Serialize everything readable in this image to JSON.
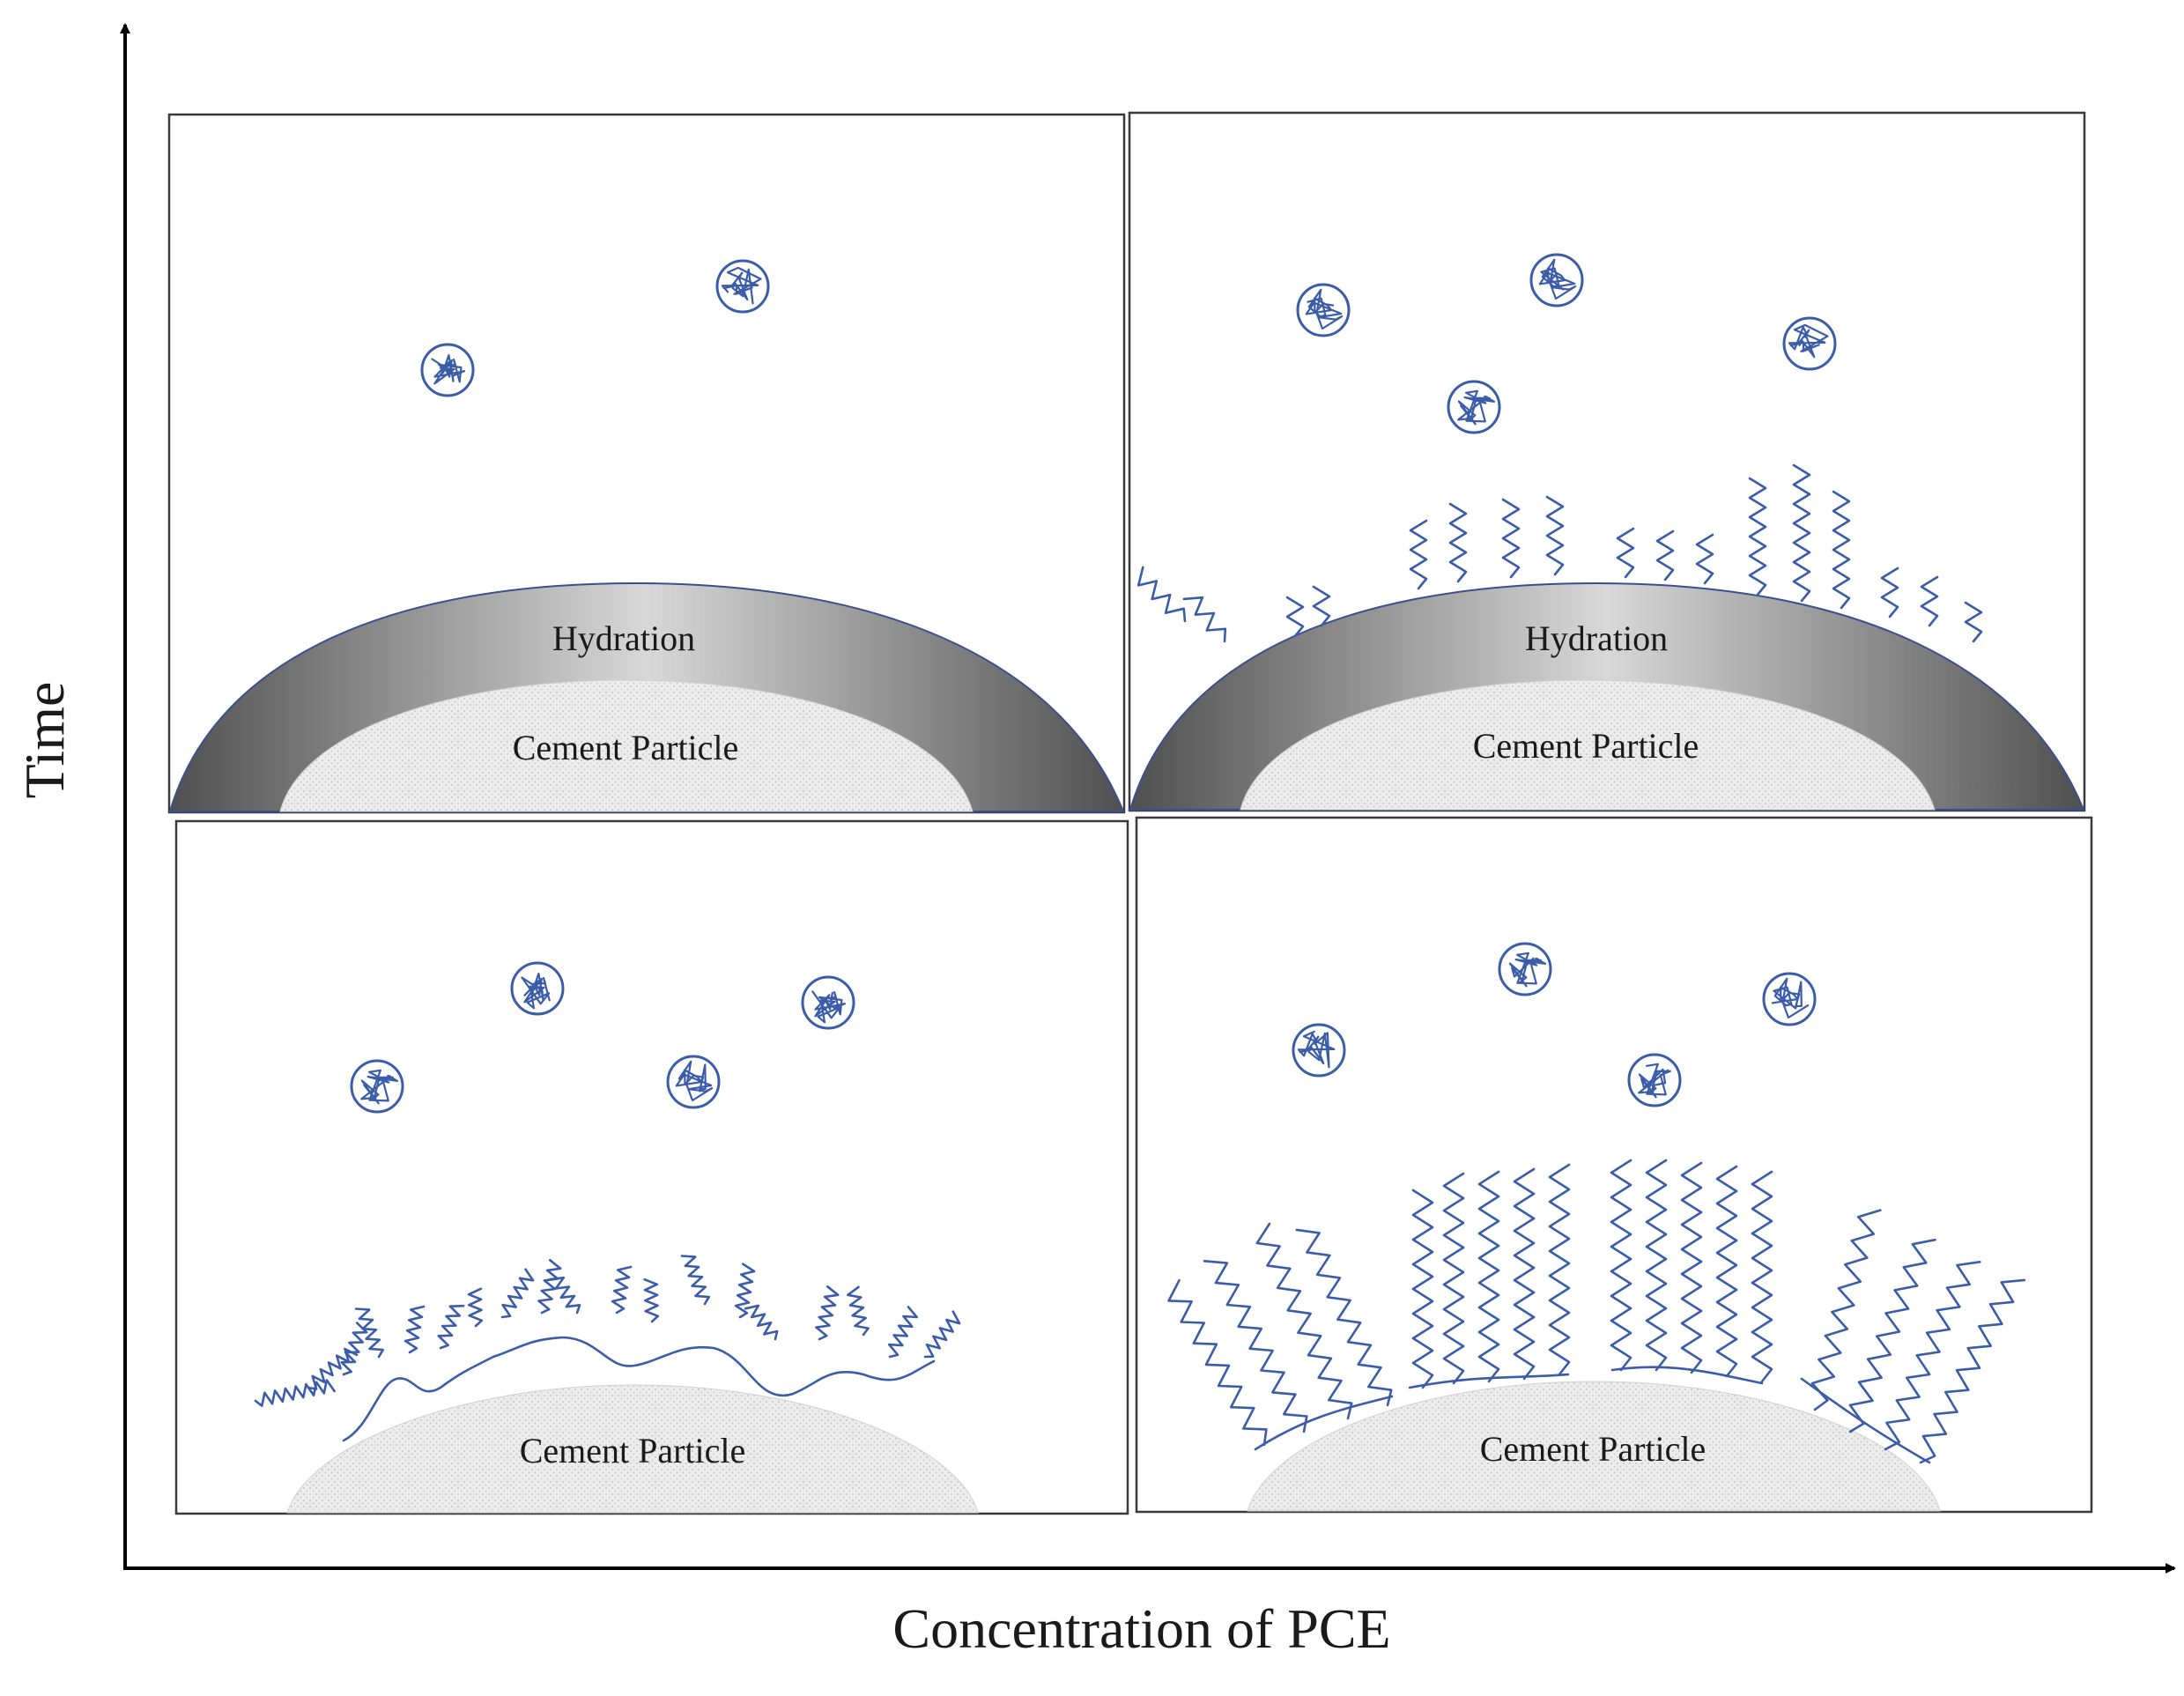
{
  "axes": {
    "x_title": "Concentration of PCE",
    "y_title": "Time"
  },
  "panels": {
    "top_left": {
      "hydration_label": "Hydration",
      "particle_label": "Cement Particle",
      "coil_count": 2
    },
    "top_right": {
      "hydration_label": "Hydration",
      "particle_label": "Cement Particle",
      "coil_count": 4
    },
    "bottom_left": {
      "particle_label": "Cement Particle",
      "coil_count": 4
    },
    "bottom_right": {
      "particle_label": "Cement Particle",
      "coil_count": 4
    }
  },
  "colors": {
    "polymer": "#3b5ca8",
    "frame": "#3a3a3a",
    "particle_fill": "#e9e9e9",
    "hydration_dark": "#555555",
    "hydration_light": "#d6d6d6"
  },
  "icons": {
    "free_polymer": "coiled-polymer-icon",
    "adsorbed_polymer": "comb-polymer-chain"
  }
}
